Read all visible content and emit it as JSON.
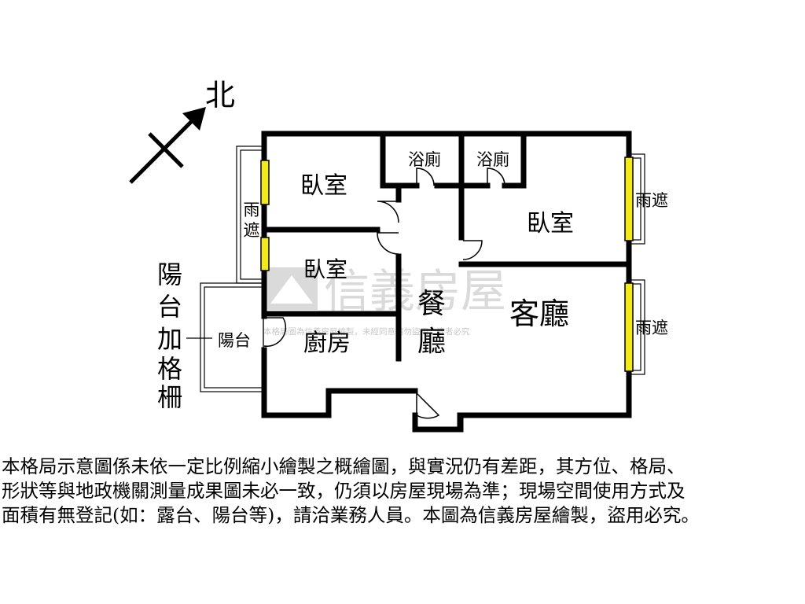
{
  "compass": {
    "north_label": "北"
  },
  "rooms": {
    "bedroom_top_left": "臥室",
    "bath_left": "浴廁",
    "bath_right": "浴廁",
    "bedroom_right": "臥室",
    "bedroom_middle_left": "臥室",
    "dining_char1": "餐",
    "dining_char2": "廳",
    "living_room": "客廳",
    "kitchen": "廚房",
    "balcony": "陽台",
    "canopy_left_char1": "雨",
    "canopy_left_char2": "遮",
    "canopy_right_upper": "雨遮",
    "canopy_right_lower": "雨遮"
  },
  "balcony_grille_label": [
    "陽",
    "台",
    "加",
    "格",
    "柵"
  ],
  "watermark": {
    "brand": "信義房屋",
    "notice": "本格局圖為信義房屋繪製，未經同意請勿盜用，違者必究"
  },
  "colors": {
    "wall": "#000000",
    "window": "#f2ea1a",
    "watermark": "#c8c8c8"
  },
  "disclaimer": {
    "line1": "本格局示意圖係未依一定比例縮小繪製之概繪圖，與實況仍有差距，其方位、格局、",
    "line2": "形狀等與地政機關測量成果圖未必一致，仍須以房屋現場為準；現場空間使用方式及",
    "line3": "面積有無登記(如：露台、陽台等)，請洽業務人員。本圖為信義房屋繪製，盜用必究。"
  }
}
